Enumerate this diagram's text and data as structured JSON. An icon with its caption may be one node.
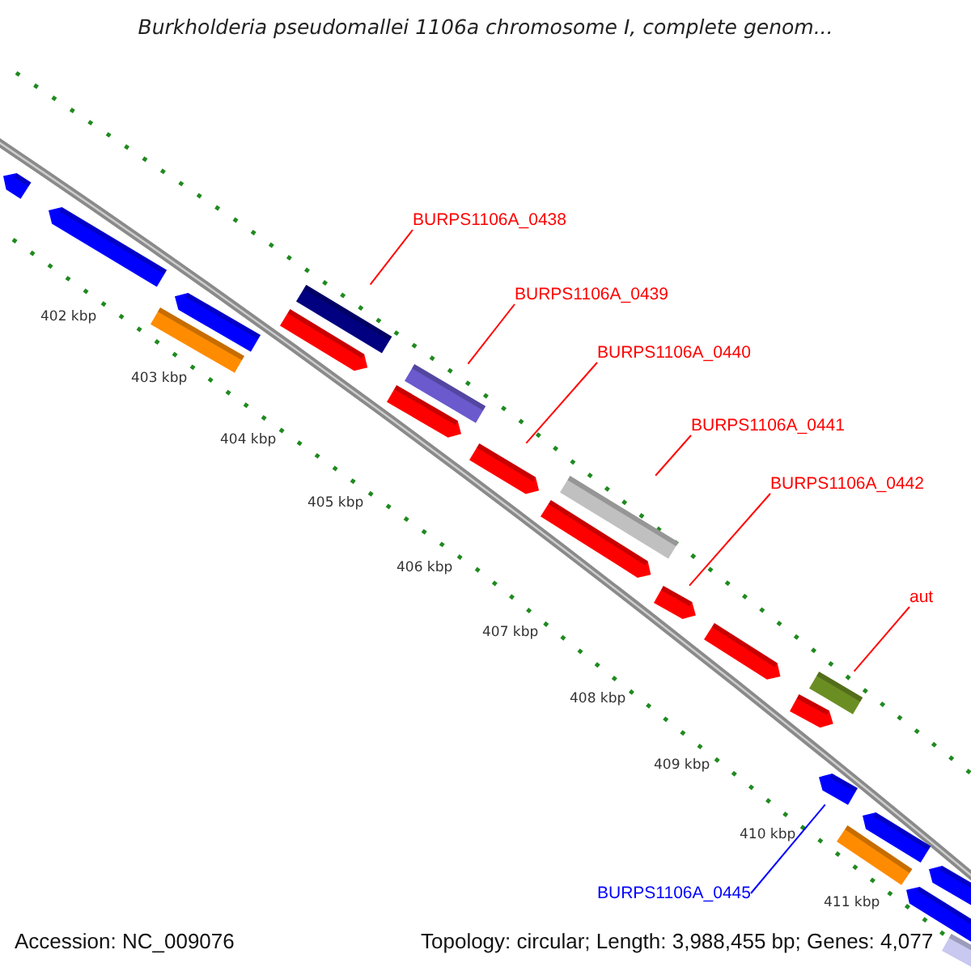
{
  "diagram": {
    "title": "Burkholderia pseudomallei 1106a chromosome I, complete genom...",
    "nodes": [
      {
        "text": [],
        "shape": "bar"
      },
      {
        "text": [],
        "shape": "bar"
      },
      {
        "text": [],
        "shape": "bar"
      },
      {
        "text": [],
        "shape": "bar"
      },
      {
        "text": [],
        "shape": "bar"
      },
      {
        "text": [],
        "shape": "bar"
      },
      {
        "text": [],
        "shape": "bar"
      },
      {
        "text": [],
        "shape": "bar"
      },
      {
        "text": [],
        "shape": "bar"
      },
      {
        "text": [],
        "shape": "bar"
      },
      {
        "text": [],
        "shape": "bar"
      },
      {
        "text": [],
        "shape": "bar"
      },
      {
        "text": [],
        "shape": "bar"
      },
      {
        "text": [],
        "shape": "bar"
      },
      {
        "text": [],
        "shape": "bar"
      },
      {
        "text": [],
        "shape": "bar"
      },
      {
        "text": [],
        "shape": "bar"
      },
      {
        "text": [],
        "shape": "bar"
      },
      {
        "text": [],
        "shape": "bar"
      },
      {
        "text": [],
        "shape": "bar"
      },
      {
        "text": [],
        "shape": "bar"
      },
      {
        "text": [
          "BURPS1106A_0438"
        ]
      },
      {
        "text": [
          "BURPS1106A_0439"
        ]
      },
      {
        "text": [
          "BURPS1106A_0440"
        ]
      },
      {
        "text": [
          "BURPS1106A_0441"
        ]
      },
      {
        "text": [
          "BURPS1106A_0442"
        ]
      },
      {
        "text": [
          "aut"
        ]
      },
      {
        "text": [
          "BURPS1106A_0445"
        ]
      }
    ],
    "edges": [
      {
        "from": 21,
        "to": 5,
        "arrow": "none"
      },
      {
        "from": 22,
        "to": 7,
        "arrow": "none"
      },
      {
        "from": 23,
        "to": 8,
        "arrow": "none"
      },
      {
        "from": 24,
        "to": 10,
        "arrow": "none"
      },
      {
        "from": 25,
        "to": 11,
        "arrow": "none"
      },
      {
        "from": 26,
        "to": 14,
        "arrow": "none"
      },
      {
        "from": 27,
        "to": 15,
        "arrow": "none",
        "color": "#0000ff"
      }
    ],
    "labels": [
      "402 kbp",
      "403 kbp",
      "404 kbp",
      "405 kbp",
      "406 kbp",
      "407 kbp",
      "408 kbp",
      "409 kbp",
      "410 kbp",
      "411 kbp",
      "Accession: NC_009076",
      "Topology: circular; Length: 3,988,455 bp; Genes: 4,077"
    ]
  }
}
